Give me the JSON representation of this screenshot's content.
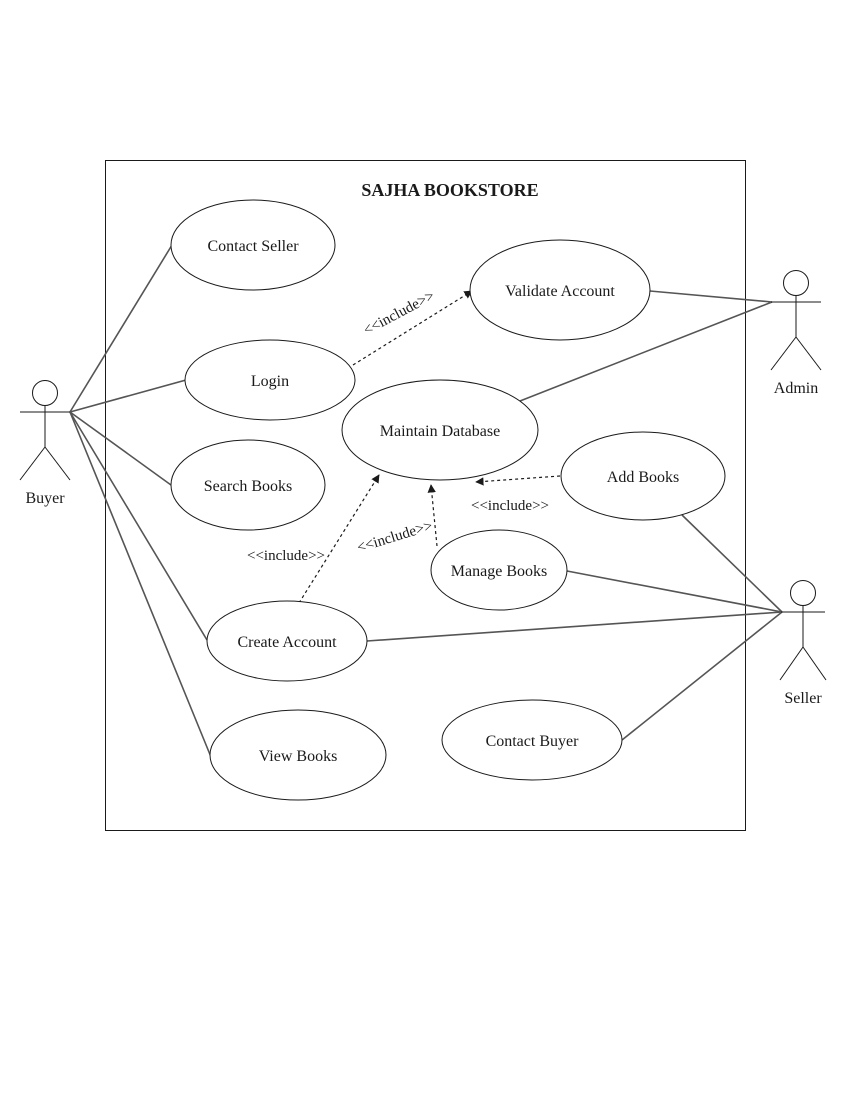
{
  "system": {
    "title": "SAJHA BOOKSTORE"
  },
  "actors": {
    "buyer": "Buyer",
    "admin": "Admin",
    "seller": "Seller"
  },
  "use_cases": {
    "contact_seller": "Contact Seller",
    "login": "Login",
    "search_books": "Search Books",
    "create_account": "Create Account",
    "view_books": "View Books",
    "validate_account": "Validate Account",
    "maintain_database": "Maintain Database",
    "add_books": "Add Books",
    "manage_books": "Manage Books",
    "contact_buyer": "Contact Buyer"
  },
  "relations": {
    "include_label": "<<include>>"
  }
}
